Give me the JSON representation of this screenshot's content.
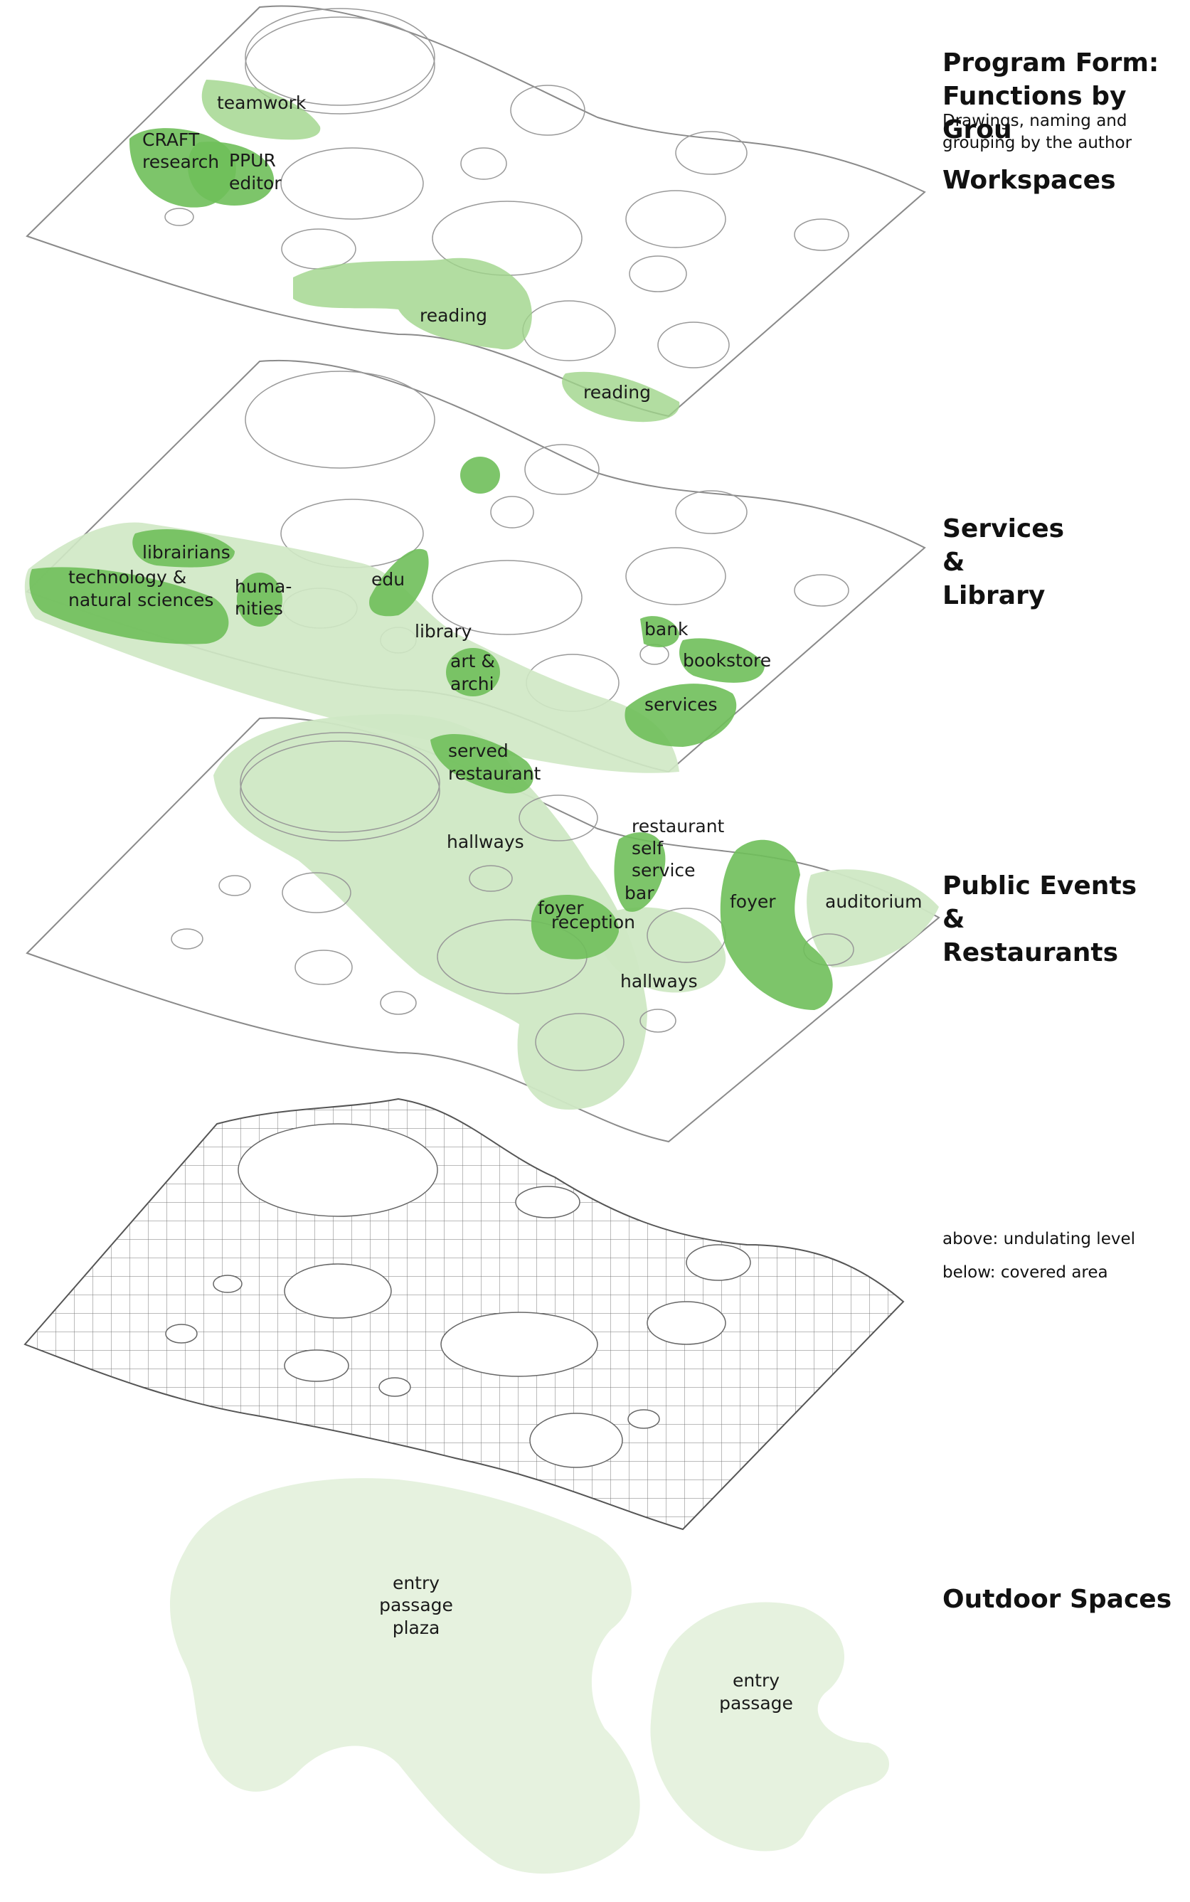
{
  "side_text": {
    "title": "Program Form:\nFunctions by Grou",
    "subtitle": "Drawings, naming and\ngrouping by the author",
    "workspaces": "Workspaces",
    "services_library": "Services\n&\nLibrary",
    "public_events": "Public Events\n&\nRestaurants",
    "undulating_note": "above: undulating level",
    "covered_note": "below: covered area",
    "outdoor": "Outdoor Spaces"
  },
  "workspaces": {
    "teamwork": "teamwork",
    "craft": "CRAFT",
    "research": "research",
    "ppur": "PPUR",
    "editor": "editor",
    "reading_center": "reading",
    "reading_edge": "reading"
  },
  "services": {
    "librairians": "librairians",
    "tech_1": "technology &",
    "tech_2": "natural sciences",
    "huma_1": "huma-",
    "huma_2": "nities",
    "edu": "edu",
    "library": "library",
    "art_1": "art &",
    "art_2": "archi",
    "bank": "bank",
    "bookstore": "bookstore",
    "services": "services"
  },
  "public": {
    "served_1": "served",
    "served_2": "restaurant",
    "hallways_top": "hallways",
    "restaurant": "restaurant",
    "self": "self",
    "service": "service",
    "bar": "bar",
    "foyer_left": "foyer",
    "reception": "reception",
    "foyer_right": "foyer",
    "auditorium": "auditorium",
    "hallways_bottom": "hallways"
  },
  "outdoor": {
    "plaza_1": "entry",
    "plaza_2": "passage",
    "plaza_3": "plaza",
    "passage_1": "entry",
    "passage_2": "passage"
  },
  "colors": {
    "dark_green": "#6fbf5a",
    "light_green": "#cfe8c4",
    "pale_green": "#e6f2df",
    "line": "#8a8a8a"
  }
}
